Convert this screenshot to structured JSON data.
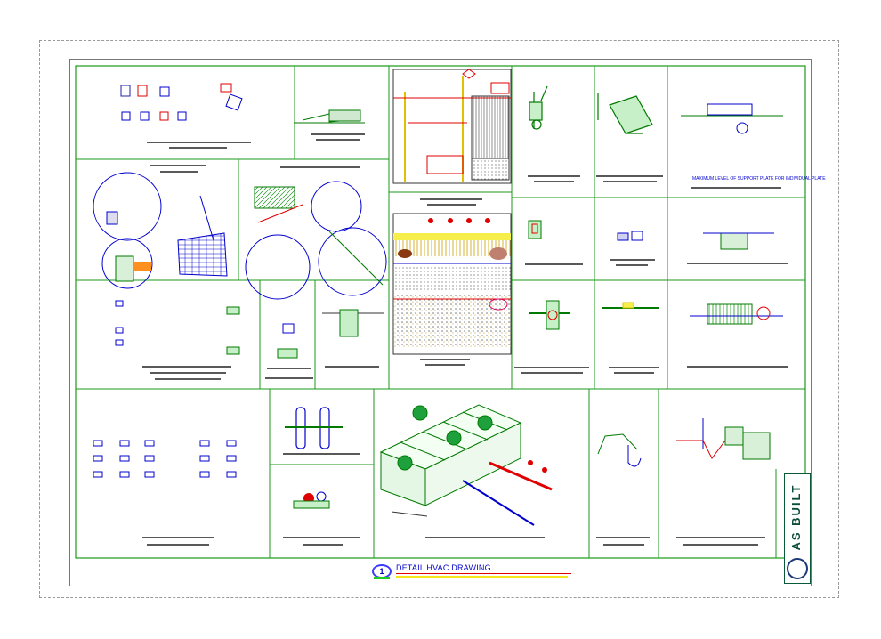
{
  "drawing": {
    "title_number": "1",
    "title": "DETAIL HVAC DRAWING",
    "stamp": "AS BUILT",
    "panel_note": "MAXIMUM LEVEL OF SUPPORT PLATE FOR INDIVIDUAL PLATE"
  },
  "colors": {
    "frame": "#1a9a1a",
    "primary_line": "#007a00",
    "annotation": "#0000cc",
    "hatch_red": "#e00000",
    "highlight": "#f4e61a",
    "duct": "#1ea03c",
    "stamp_ink": "#0b4d3a"
  },
  "icons": [
    "logo-seal-icon"
  ]
}
